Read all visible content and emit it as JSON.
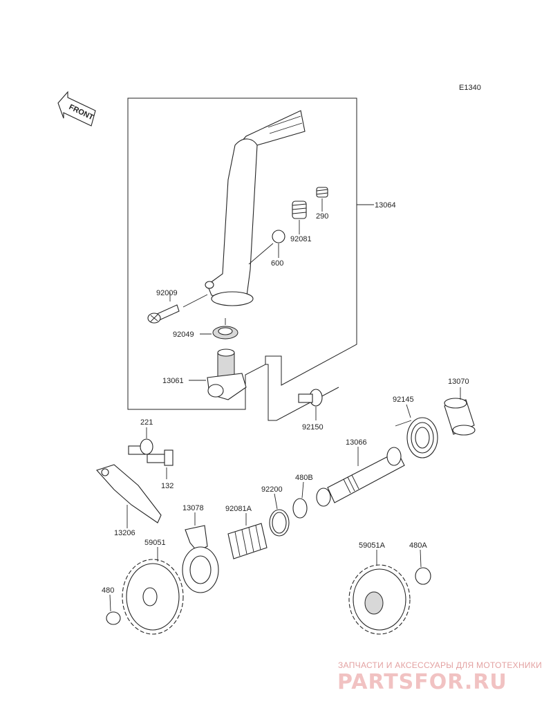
{
  "diagram_code": "E1340",
  "front_label": "FRONT",
  "parts": [
    {
      "id": "p13064",
      "label": "13064"
    },
    {
      "id": "p290",
      "label": "290"
    },
    {
      "id": "p92081",
      "label": "92081"
    },
    {
      "id": "p600",
      "label": "600"
    },
    {
      "id": "p92009",
      "label": "92009"
    },
    {
      "id": "p92049",
      "label": "92049"
    },
    {
      "id": "p13061",
      "label": "13061"
    },
    {
      "id": "p92150",
      "label": "92150"
    },
    {
      "id": "p13070",
      "label": "13070"
    },
    {
      "id": "p92145",
      "label": "92145"
    },
    {
      "id": "p13066",
      "label": "13066"
    },
    {
      "id": "p221",
      "label": "221"
    },
    {
      "id": "p132",
      "label": "132"
    },
    {
      "id": "p13206",
      "label": "13206"
    },
    {
      "id": "p480B",
      "label": "480B"
    },
    {
      "id": "p92200",
      "label": "92200"
    },
    {
      "id": "p92081A",
      "label": "92081A"
    },
    {
      "id": "p13078",
      "label": "13078"
    },
    {
      "id": "p59051",
      "label": "59051"
    },
    {
      "id": "p480",
      "label": "480"
    },
    {
      "id": "p59051A",
      "label": "59051A"
    },
    {
      "id": "p480A",
      "label": "480A"
    }
  ],
  "watermark": {
    "tagline": "ЗАПЧАСТИ И АКСЕССУАРЫ ДЛЯ МОТОТЕХНИКИ",
    "logo": "PARTSFOR.RU"
  }
}
